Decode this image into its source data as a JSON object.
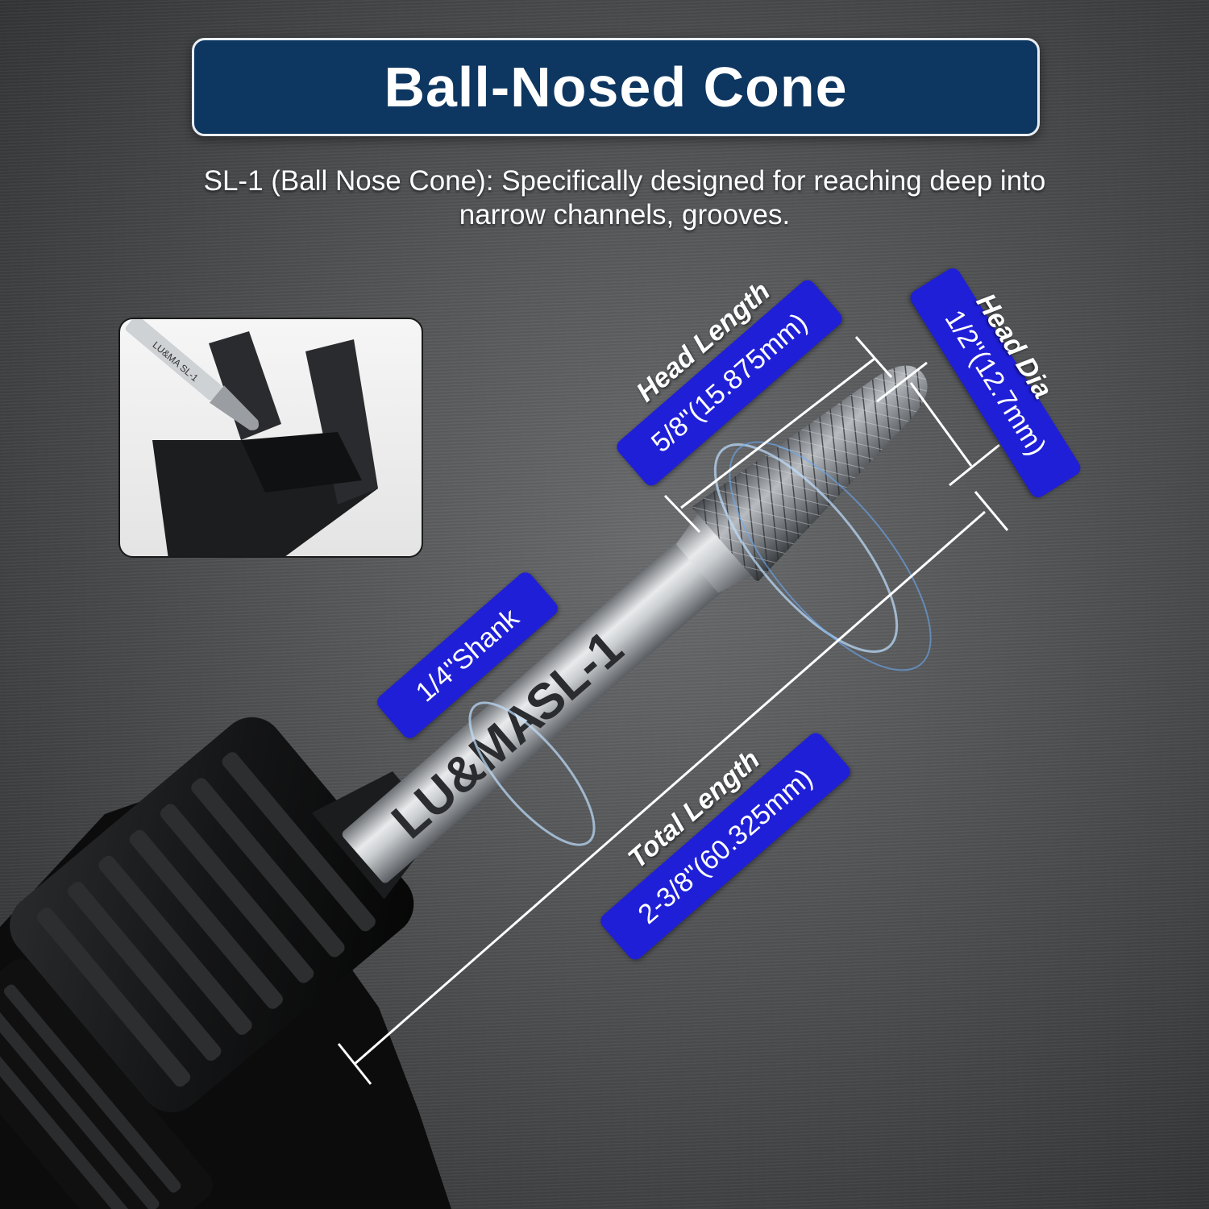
{
  "title": "Ball-Nosed Cone",
  "subtitle": {
    "line1": "SL-1 (Ball Nose Cone): Specifically designed for reaching deep into",
    "line2": "narrow channels, grooves."
  },
  "labels": {
    "head_length": "Head Length",
    "head_length_value": "5/8\"(15.875mm)",
    "head_dia": "Head Dia",
    "head_dia_value": "1/2\"(12.7mm)",
    "shank": "1/4\"Shank",
    "total_length": "Total Length",
    "total_length_value": "2-3/8\"(60.325mm)"
  },
  "bit_marking": {
    "brand": "LU&MA",
    "model": "SL-1"
  },
  "inset_marking": "LU&MA SL-1",
  "colors": {
    "title_background": "#0d3660",
    "badge_blue": "#1f1fd8",
    "text": "#ffffff"
  },
  "icons": {
    "inset": "burr-bit-in-channel-illustration",
    "main": "drill-chuck-with-carbide-burr"
  }
}
